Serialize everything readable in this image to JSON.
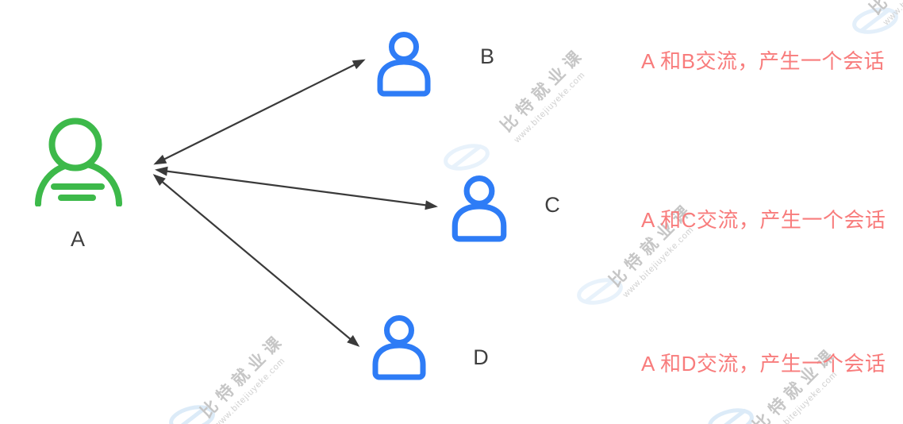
{
  "diagram": {
    "nodes": [
      {
        "id": "A",
        "label": "A",
        "color": "#3DB94A",
        "role": "source"
      },
      {
        "id": "B",
        "label": "B",
        "color": "#2E7CF6",
        "role": "peer"
      },
      {
        "id": "C",
        "label": "C",
        "color": "#2E7CF6",
        "role": "peer"
      },
      {
        "id": "D",
        "label": "D",
        "color": "#2E7CF6",
        "role": "peer"
      }
    ],
    "edges": [
      {
        "from": "A",
        "to": "B",
        "style": "double-arrow"
      },
      {
        "from": "A",
        "to": "C",
        "style": "double-arrow"
      },
      {
        "from": "A",
        "to": "D",
        "style": "double-arrow"
      }
    ],
    "annotations": [
      {
        "for": "B",
        "text": "A 和B交流，产生一个会话"
      },
      {
        "for": "C",
        "text": "A 和C交流，产生一个会话"
      },
      {
        "for": "D",
        "text": "A 和D交流，产生一个会话"
      }
    ],
    "colors": {
      "source_icon": "#3DB94A",
      "peer_icon": "#2E7CF6",
      "annotation": "#F87C7C",
      "label": "#3F3F3F",
      "arrow": "#3A3A3A"
    }
  },
  "watermark": {
    "brand": "比特就业课",
    "url": "www.bitejiuyeke.com",
    "text_color": "#C8C8C8",
    "logo_color": "#E3EFFA"
  }
}
